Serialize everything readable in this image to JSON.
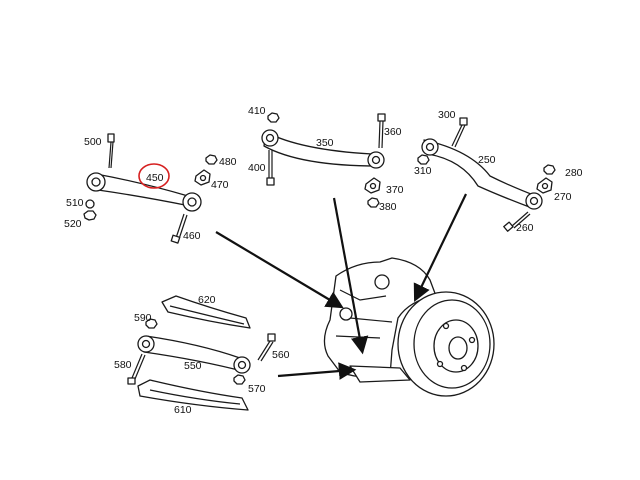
{
  "diagram": {
    "highlight_color": "#d62020",
    "highlighted_part": "450",
    "part_numbers": {
      "p500": "500",
      "p450": "450",
      "p480": "480",
      "p470": "470",
      "p510": "510",
      "p520": "520",
      "p460": "460",
      "p410": "410",
      "p350": "350",
      "p360": "360",
      "p400": "400",
      "p370": "370",
      "p380": "380",
      "p300": "300",
      "p250": "250",
      "p310": "310",
      "p280": "280",
      "p270": "270",
      "p260": "260",
      "p620": "620",
      "p590": "590",
      "p560": "560",
      "p580": "580",
      "p550": "550",
      "p570": "570",
      "p610": "610"
    }
  }
}
